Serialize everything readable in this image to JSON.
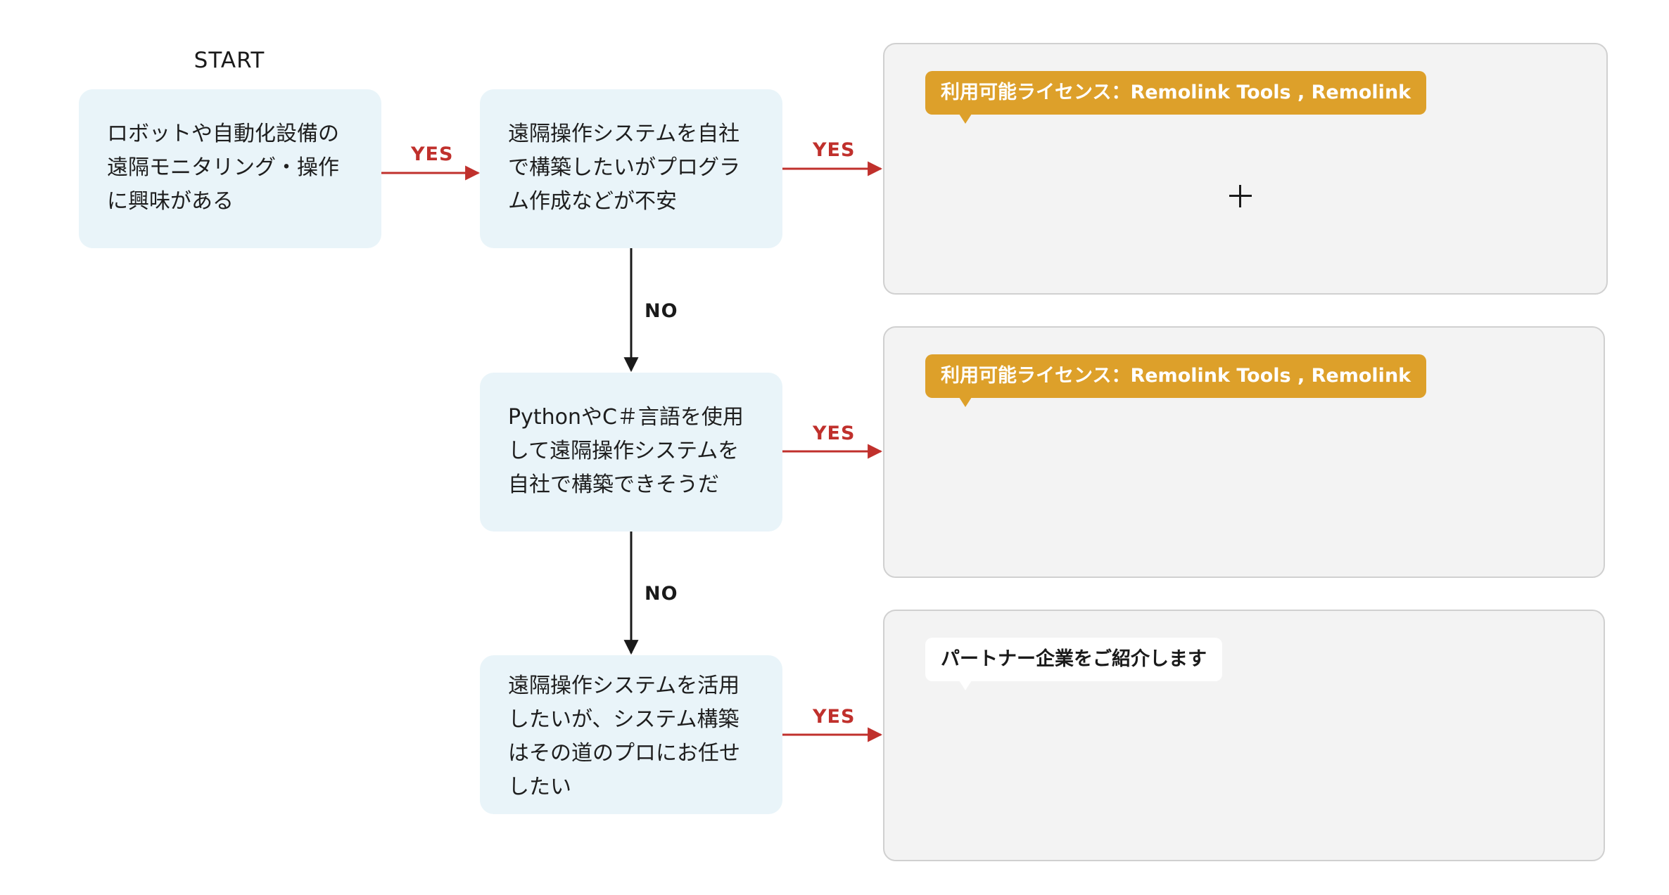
{
  "start_label": "START",
  "nodes": {
    "interest": {
      "lines": [
        "ロボットや自動化設備の",
        "遠隔モニタリング・操作",
        "に興味がある"
      ]
    },
    "worried": {
      "lines": [
        "遠隔操作システムを自社",
        "で構築したいがプログラ",
        "ム作成などが不安"
      ]
    },
    "self_build": {
      "lines": [
        "PythonやC＃言語を使用",
        "して遠隔操作システムを",
        "自社で構築できそうだ"
      ]
    },
    "outsource": {
      "lines": [
        "遠隔操作システムを活用",
        "したいが、システム構築",
        "はその道のプロにお任せ",
        "したい"
      ]
    }
  },
  "edges": {
    "yes_label": "YES",
    "no_label": "NO"
  },
  "results": {
    "first": {
      "tag": "利用可能ライセンス：Remolink Tools , Remolink"
    },
    "second": {
      "tag": "利用可能ライセンス：Remolink Tools , Remolink"
    },
    "third": {
      "tag": "パートナー企業をご紹介します"
    }
  },
  "colors": {
    "yes_arrow": "#c0302c",
    "no_arrow": "#1a1a1a",
    "node_bg": "#e9f4f9",
    "panel_bg": "#f3f3f3",
    "license_tag": "#dda02a"
  },
  "icons": {
    "result_first_icon": "plus-icon"
  }
}
